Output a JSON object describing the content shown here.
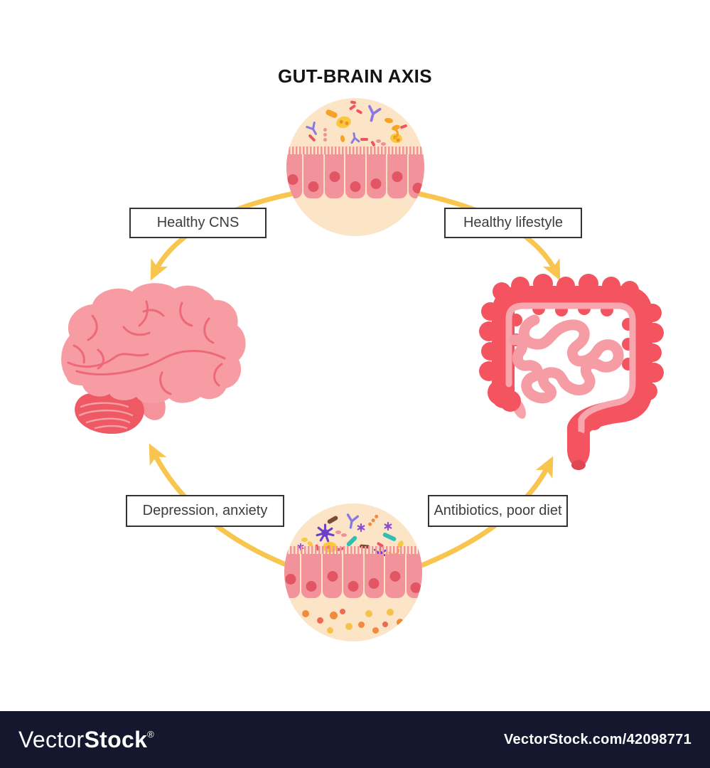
{
  "diagram": {
    "title": "GUT-BRAIN AXIS",
    "labels": {
      "healthy_cns": "Healthy CNS",
      "healthy_lifestyle": "Healthy lifestyle",
      "depression_anxiety": "Depression, anxiety",
      "antibiotics_poor_diet": "Antibiotics, poor diet"
    },
    "nodes": {
      "top": "healthy-gut-microbiome-circle",
      "right": "intestine-illustration",
      "bottom": "disturbed-gut-microbiome-circle",
      "left": "brain-illustration"
    },
    "icons": {
      "antibody": "antibody-icon",
      "bacteria_rod": "bacteria-rod-icon",
      "microbe_cell": "microbe-cell-icon",
      "virus": "virus-icon",
      "arrow": "curved-arrow-icon"
    }
  },
  "watermark": {
    "brand_light": "Vector",
    "brand_bold": "Stock",
    "registered": "®",
    "url": "VectorStock.com/42098771"
  },
  "colors": {
    "circle-bg": "#FCE4C7",
    "cell": "#F2929B",
    "nucleus": "#E25663",
    "arrow": "#F8C54E",
    "box-border": "#333333",
    "label-text": "#3D3D3D",
    "title-text": "#141414",
    "brain": "#F79CA3",
    "sulci": "#EE6977",
    "cerebellum": "#EE5964",
    "colon": "#F4545F",
    "colon-highlight": "#F8A6AD",
    "small-intestine": "#F59CA4",
    "microbe-purple": "#8A79E2",
    "virus-purple": "#6C3FC9",
    "microbe-orange": "#F5A226",
    "microbe-yellow": "#F7C93E",
    "microbe-red": "#EE5560",
    "microbe-teal": "#2FBFB3",
    "microbe-brown": "#7A4B33",
    "bar-bg": "#15172F",
    "bar-text": "#FFFFFF"
  }
}
